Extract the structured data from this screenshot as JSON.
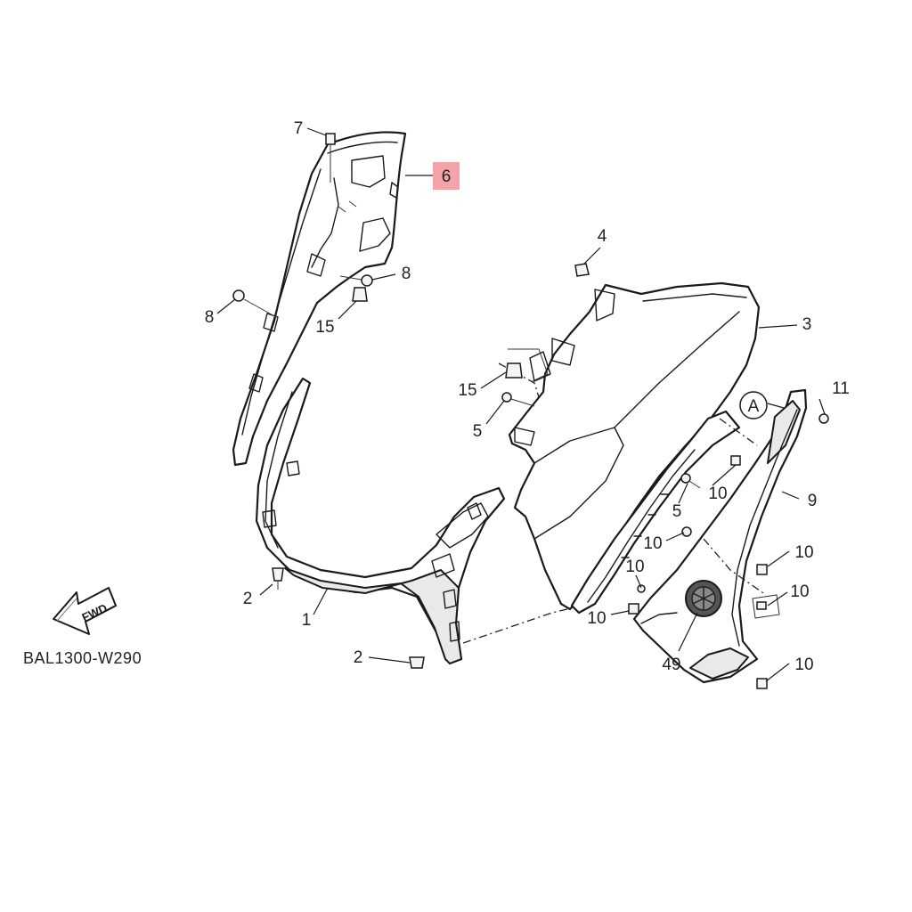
{
  "diagram": {
    "drawing_code": "BAL1300-W290",
    "direction_arrow_label": "FWD",
    "reference_marker": "A",
    "highlight_color": "#f4a3a8",
    "callouts": {
      "c1": "1",
      "c2a": "2",
      "c2b": "2",
      "c3": "3",
      "c4": "4",
      "c5a": "5",
      "c5b": "5",
      "c6": "6",
      "c7": "7",
      "c8a": "8",
      "c8b": "8",
      "c9": "9",
      "c10a": "10",
      "c10b": "10",
      "c10c": "10",
      "c10d": "10",
      "c10e": "10",
      "c10f": "10",
      "c10g": "10",
      "c11": "11",
      "c15a": "15",
      "c15b": "15",
      "c49": "49"
    },
    "highlighted_callout": "6"
  }
}
